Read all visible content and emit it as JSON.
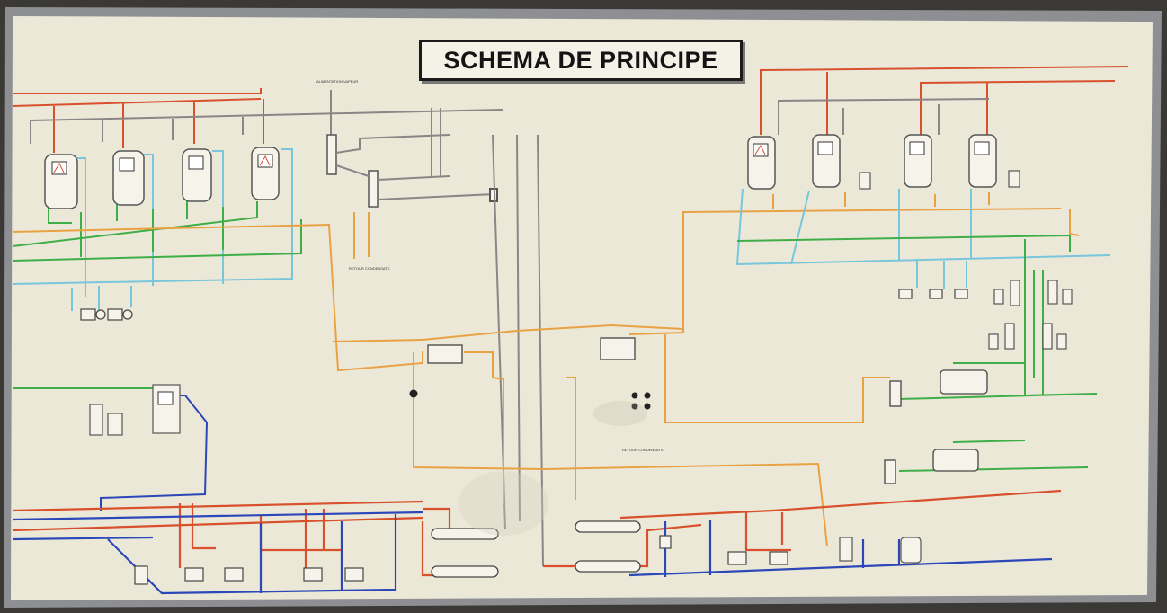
{
  "title": "SCHEMA DE PRINCIPE",
  "labels": {
    "alimentation_vapeur": "ALIMENTATION VAPEUR",
    "retour_condensats_top": "RETOUR CONDENSATS",
    "retour_condensats_mid": "RETOUR CONDENSATS"
  },
  "colors": {
    "board": "#ece8d8",
    "frame": "#8e8f92",
    "red": "#d8502c",
    "orange": "#e9a243",
    "green": "#3fae48",
    "cyan": "#78c6dc",
    "blue": "#2c48b8",
    "grey": "#8b8585"
  },
  "icons": [
    "boiler-tank-icon",
    "pump-icon",
    "valve-icon",
    "heat-exchanger-icon",
    "expansion-vessel-icon"
  ]
}
